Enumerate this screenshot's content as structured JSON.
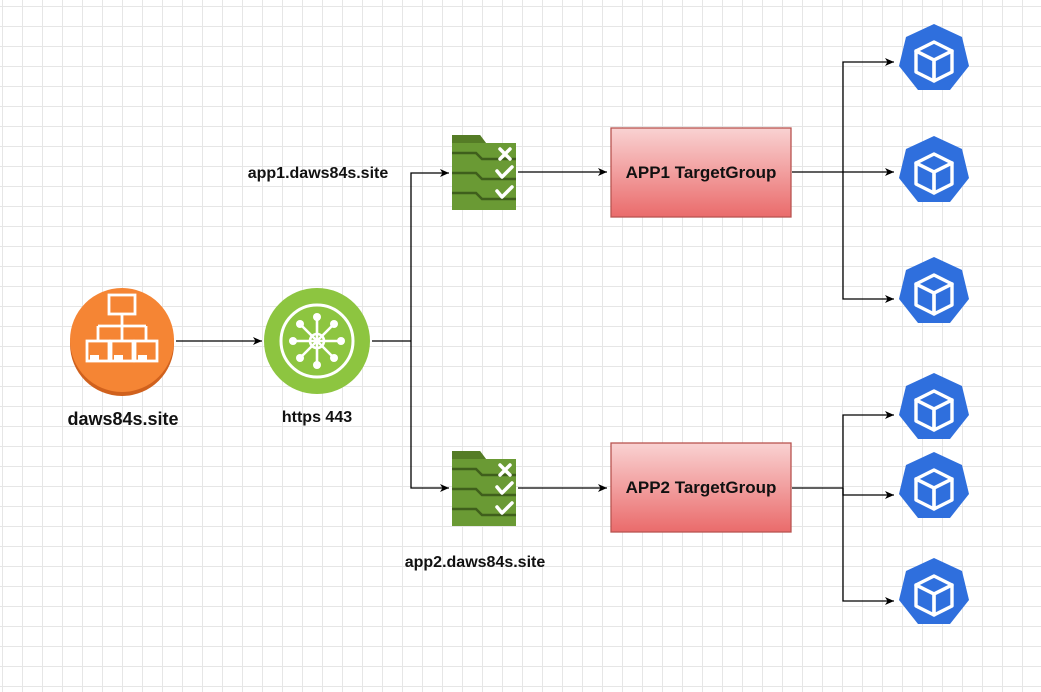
{
  "colors": {
    "route53": "#f58534",
    "route53_shadow": "#d0611d",
    "listener": "#8dc540",
    "listener_dark": "#7aac2f",
    "rule": "#6a9a34",
    "rule_dark": "#557c26",
    "target_group_top": "#f9d2d2",
    "target_group_bottom": "#ea6b6b",
    "target_group_border": "#b85450",
    "pod": "#2f6fdd",
    "connector": "#000000"
  },
  "nodes": {
    "domain": {
      "label": "daws84s.site",
      "icon": "route53-hosted-zone-icon"
    },
    "listener": {
      "label": "https 443",
      "icon": "alb-listener-icon"
    },
    "rule1": {
      "label": "app1.daws84s.site",
      "icon": "listener-rule-icon"
    },
    "rule2": {
      "label": "app2.daws84s.site",
      "icon": "listener-rule-icon"
    },
    "tg1": {
      "label": "APP1 TargetGroup"
    },
    "tg2": {
      "label": "APP2 TargetGroup"
    },
    "pods": {
      "icon": "kubernetes-pod-icon",
      "count_per_group": 3
    }
  }
}
